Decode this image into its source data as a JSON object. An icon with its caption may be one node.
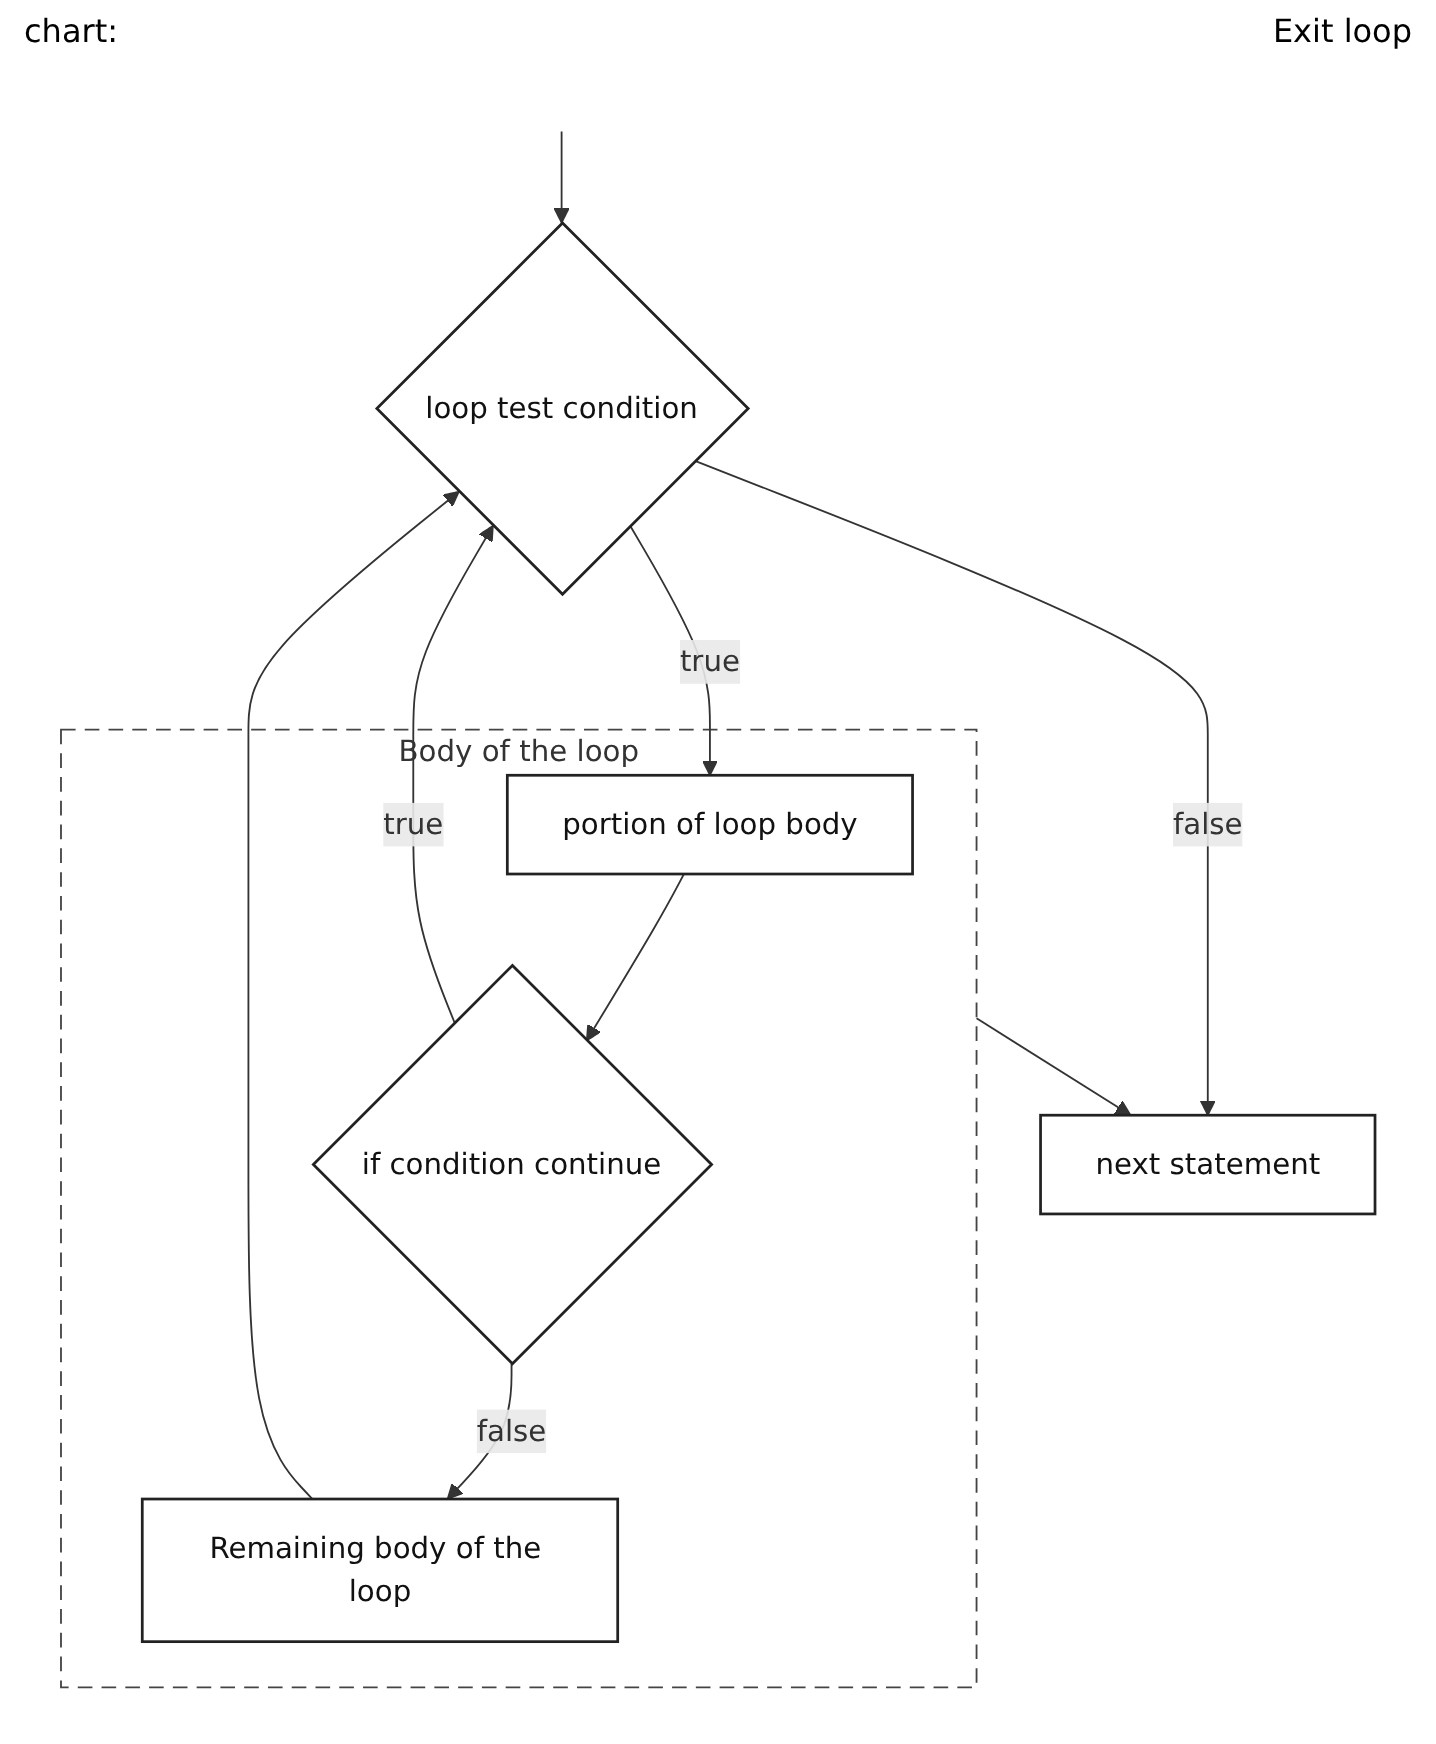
{
  "diagram": {
    "nodes": [
      {
        "text": [
          "loop test condition"
        ]
      },
      {
        "text": [
          "Body of the loop"
        ]
      },
      {
        "text": [
          "portion of loop body"
        ],
        "in": 1
      },
      {
        "text": [
          "if condition continue"
        ],
        "in": 1
      },
      {
        "text": [
          "Remaining body of the loop"
        ],
        "in": 1
      },
      {
        "text": [
          "next statement"
        ]
      }
    ],
    "edges": [
      {
        "from": null,
        "to": 0,
        "arrow": "to"
      },
      {
        "from": 0,
        "to": 5,
        "arrow": "to",
        "label": "false"
      },
      {
        "from": 0,
        "to": 2,
        "arrow": "to",
        "label": "true"
      },
      {
        "from": 2,
        "to": 3,
        "arrow": "to"
      },
      {
        "from": 3,
        "to": 0,
        "arrow": "to",
        "label": "true"
      },
      {
        "from": 3,
        "to": 4,
        "arrow": "to",
        "label": "false"
      },
      {
        "from": 4,
        "to": 0,
        "arrow": "to"
      },
      {
        "from": 1,
        "to": 5,
        "arrow": "to"
      }
    ],
    "labels": [
      "chart:",
      "Exit loop"
    ]
  }
}
